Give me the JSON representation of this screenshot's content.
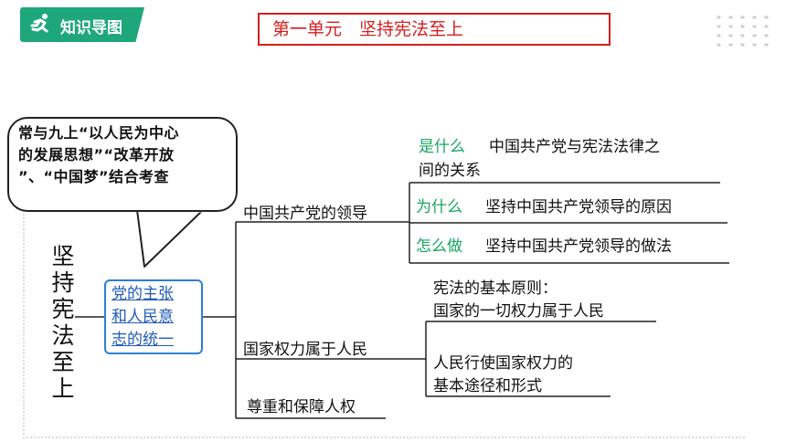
{
  "header": {
    "badge_label": "知识导图",
    "title": "第一单元　坚持宪法至上"
  },
  "callout": {
    "lines": [
      "常与九上“以人民为中心",
      "的发展思想”“改革开放",
      "”、“中国梦”结合考查"
    ]
  },
  "root": {
    "title_chars": [
      "坚",
      "持",
      "宪",
      "法",
      "至",
      "上"
    ],
    "link_lines": [
      "党的主张",
      "和人民意",
      "志的统一"
    ]
  },
  "branches": {
    "party_leadership": {
      "label": "中国共产党的领导",
      "what": {
        "tag": "是什么",
        "text_line1": "中国共产党与宪法法律之",
        "text_line2": "间的关系"
      },
      "why": {
        "tag": "为什么",
        "text": "坚持中国共产党领导的原因"
      },
      "how": {
        "tag": "怎么做",
        "text": "坚持中国共产党领导的做法"
      }
    },
    "power_to_people": {
      "label": "国家权力属于人民",
      "principle_line1": "宪法的基本原则：",
      "principle_line2": "国家的一切权力属于人民",
      "path_line1": "人民行使国家权力的",
      "path_line2": "基本途径和形式"
    },
    "human_rights": {
      "label": "尊重和保障人权"
    }
  },
  "colors": {
    "accent_green": "#1fa77c",
    "title_red": "#d32020",
    "link_blue": "#1f5bb8",
    "tag_green": "#1aa55f"
  }
}
